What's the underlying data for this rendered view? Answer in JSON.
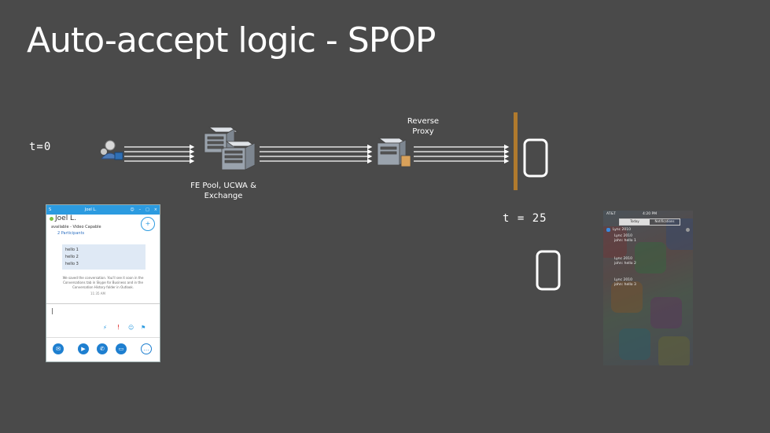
{
  "title": "Auto-accept logic - SPOP",
  "labels": {
    "t0": "t=0",
    "t25": "t = 25",
    "reverse_proxy": [
      "Reverse",
      "Proxy"
    ],
    "fe_pool": [
      "FE Pool, UCWA &",
      "Exchange"
    ]
  },
  "skype": {
    "window_title": "Joel L.",
    "contact_name": "Joel L.",
    "status": "available - Video Capable",
    "participants": "2 Participants",
    "messages": [
      "hello 1",
      "hello 2",
      "hello 3"
    ],
    "notice": "We saved the conversation. You'll see it soon in the Conversations tab in Skype for Business and in the Conversation History folder in Outlook.",
    "time": "11:35 AM",
    "input_value": "|"
  },
  "notification": {
    "carrier": "AT&T",
    "clock": "4:20 PM",
    "tab_today": "Today",
    "tab_notifications": "Notifications",
    "app_name": "Lync 2010",
    "items": [
      {
        "title": "Lync 2010",
        "text": "john: hello 1"
      },
      {
        "title": "Lync 2010",
        "text": "john: hello 2"
      },
      {
        "title": "Lync 2010",
        "text": "john: hello 3"
      }
    ]
  }
}
